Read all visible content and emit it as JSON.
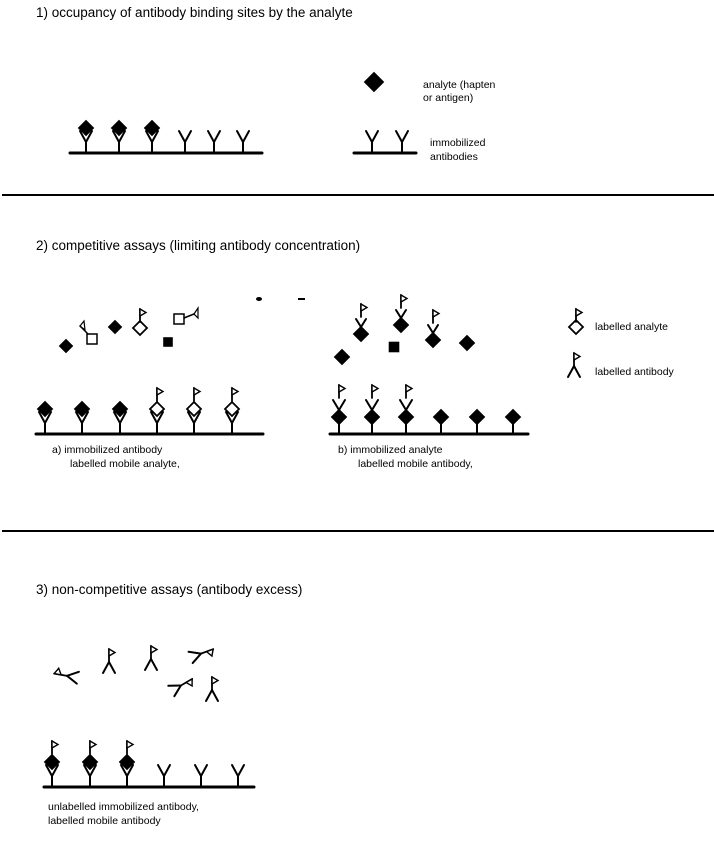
{
  "section1": {
    "heading": "1) occupancy of  antibody binding sites by the analyte",
    "legend": {
      "analyte_line1": "analyte (hapten",
      "analyte_line2": "or antigen)",
      "immobilized_line1": "immobilized",
      "immobilized_line2": "antibodies"
    }
  },
  "section2": {
    "heading": "2) competitive assays (limiting antibody concentration)",
    "legend": {
      "labelled_analyte": "labelled analyte",
      "labelled_antibody": "labelled antibody"
    },
    "caption_a_line1": "a) immobilized antibody",
    "caption_a_line2": "labelled mobile analyte,",
    "caption_b_line1": "b) immobilized analyte",
    "caption_b_line2": "labelled mobile antibody,"
  },
  "section3": {
    "heading": "3) non-competitive assays (antibody excess)",
    "caption_line1": "unlabelled immobilized antibody,",
    "caption_line2": "labelled mobile antibody"
  },
  "colors": {
    "ink": "#000000",
    "paper": "#ffffff"
  }
}
